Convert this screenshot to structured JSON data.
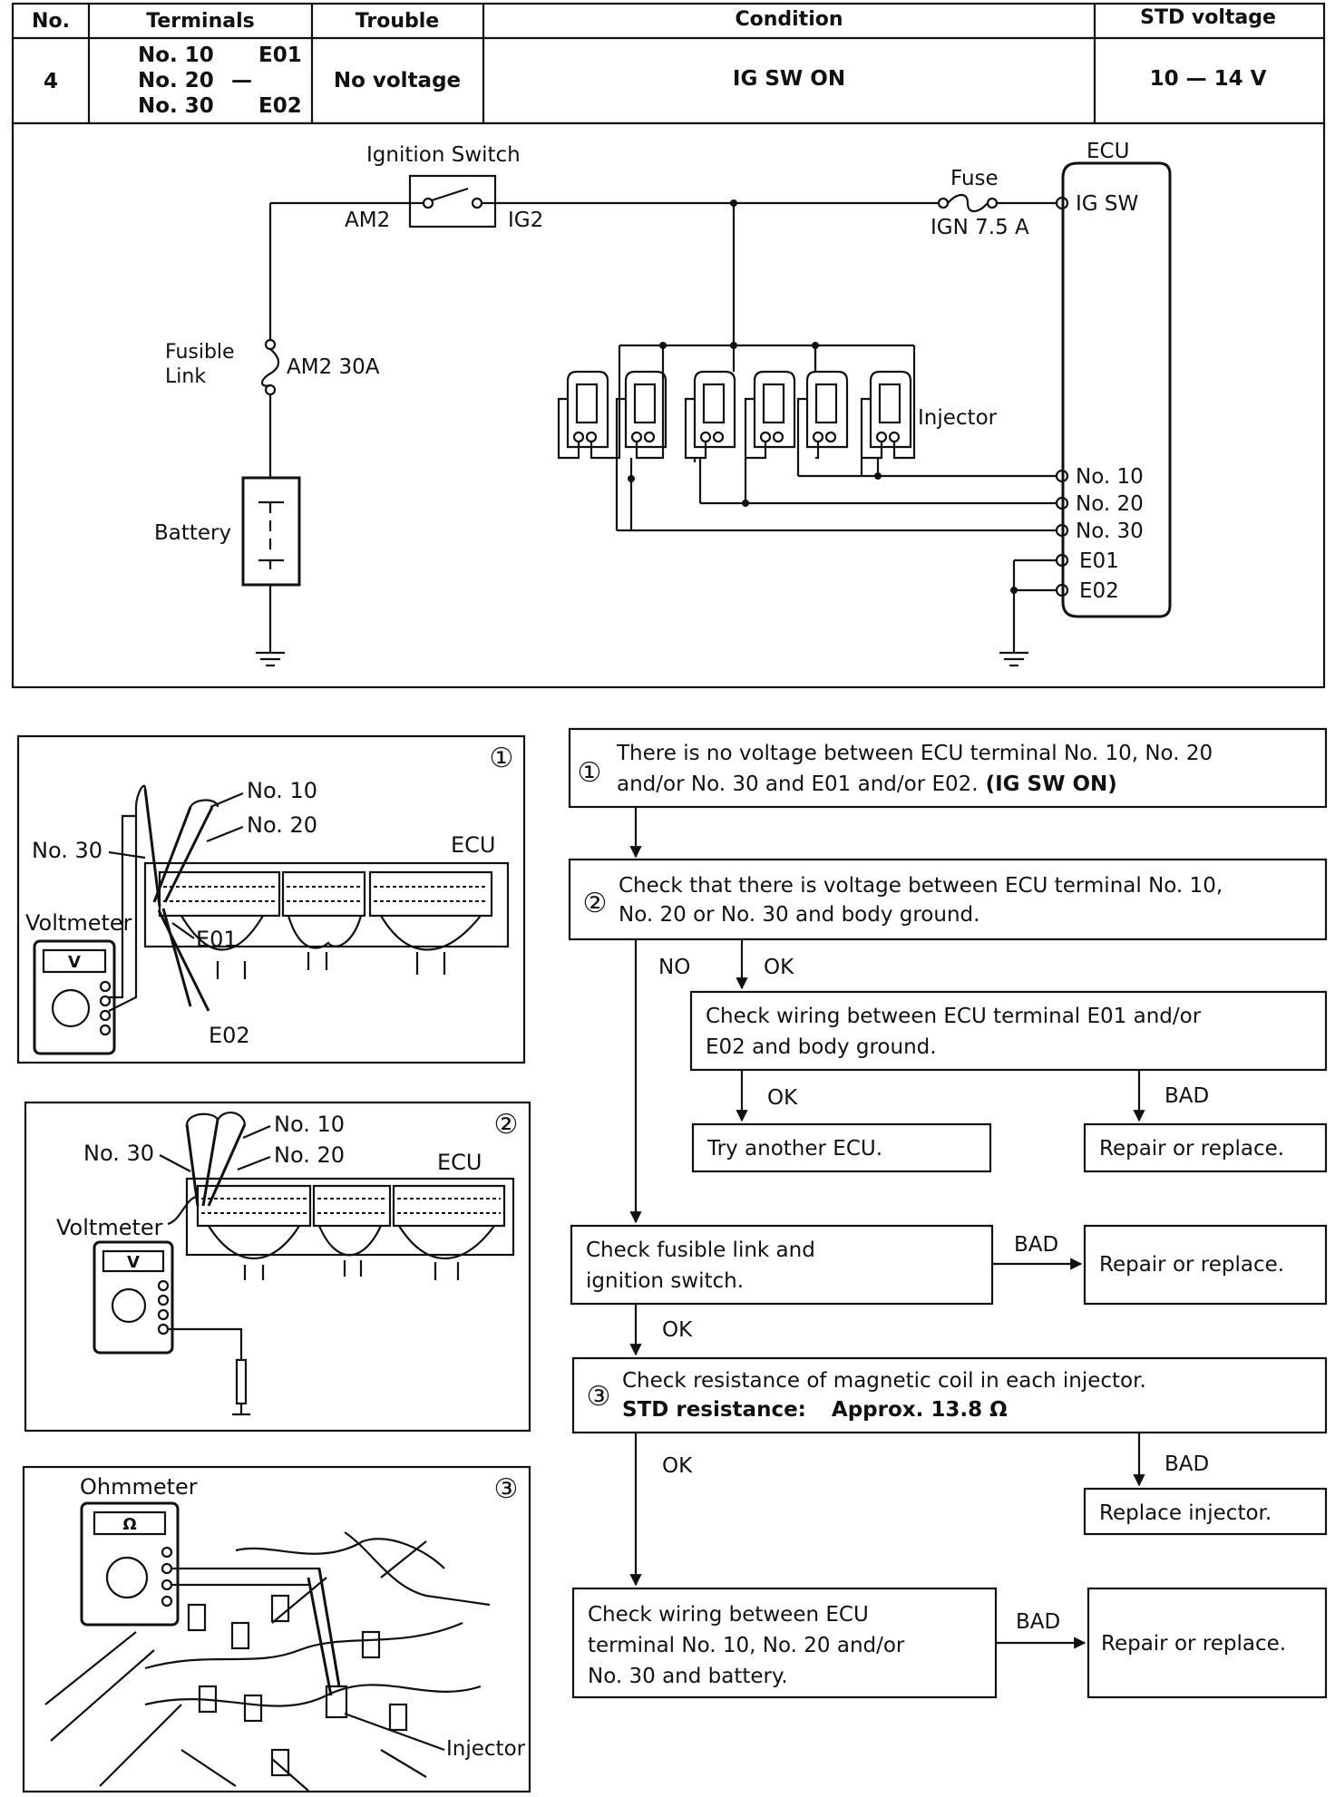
{
  "table": {
    "headers": [
      "No.",
      "Terminals",
      "Trouble",
      "Condition",
      "STD voltage"
    ],
    "row": {
      "no": "4",
      "terminals_left": [
        "No. 10",
        "No. 20",
        "No. 30"
      ],
      "terminals_dash": "—",
      "terminals_right_1": "E01",
      "terminals_right_2": "E02",
      "trouble": "No voltage",
      "condition": "IG SW ON",
      "std_voltage": "10 — 14 V"
    }
  },
  "circuit": {
    "ignition_switch": "Ignition Switch",
    "am2": "AM2",
    "ig2": "IG2",
    "fuse": "Fuse",
    "fuse_rating": "IGN 7.5 A",
    "ecu": "ECU",
    "ig_sw": "IG SW",
    "fusible_link_1": "Fusible",
    "fusible_link_2": "Link",
    "fusible_rating": "AM2 30A",
    "battery": "Battery",
    "injector": "Injector",
    "ecu_terminals": [
      "No. 10",
      "No. 20",
      "No. 30",
      "E01",
      "E02"
    ]
  },
  "figures": {
    "fig1": {
      "number": "①",
      "no10": "No. 10",
      "no20": "No. 20",
      "no30": "No. 30",
      "ecu": "ECU",
      "voltmeter": "Voltmeter",
      "meter_symbol": "V",
      "e01": "E01",
      "e02": "E02"
    },
    "fig2": {
      "number": "②",
      "no10": "No. 10",
      "no20": "No. 20",
      "no30": "No. 30",
      "ecu": "ECU",
      "voltmeter": "Voltmeter",
      "meter_symbol": "V"
    },
    "fig3": {
      "number": "③",
      "ohmmeter": "Ohmmeter",
      "meter_symbol": "Ω",
      "injector": "Injector"
    }
  },
  "flow": {
    "step1_num": "①",
    "step1_line1": "There is no voltage between ECU terminal No. 10, No. 20",
    "step1_line2a": "and/or No. 30 and E01 and/or E02.",
    "step1_line2b": "(IG SW ON)",
    "step2_num": "②",
    "step2_line1": "Check that there is voltage between ECU terminal No. 10,",
    "step2_line2": "No. 20 or No. 30 and body ground.",
    "no": "NO",
    "ok": "OK",
    "bad": "BAD",
    "check_e_line1": "Check wiring between ECU terminal E01 and/or",
    "check_e_line2": "E02 and body ground.",
    "try_ecu": "Try another ECU.",
    "repair": "Repair or replace.",
    "fusible_line1": "Check fusible link and",
    "fusible_line2": "ignition switch.",
    "step3_num": "③",
    "step3_line1": "Check resistance of magnetic coil in each injector.",
    "step3_std_label": "STD resistance:",
    "step3_std_value": "Approx. 13.8 Ω",
    "replace_injector": "Replace injector.",
    "wiring_line1": "Check wiring between ECU",
    "wiring_line2": "terminal No. 10, No. 20 and/or",
    "wiring_line3": "No. 30 and battery."
  }
}
